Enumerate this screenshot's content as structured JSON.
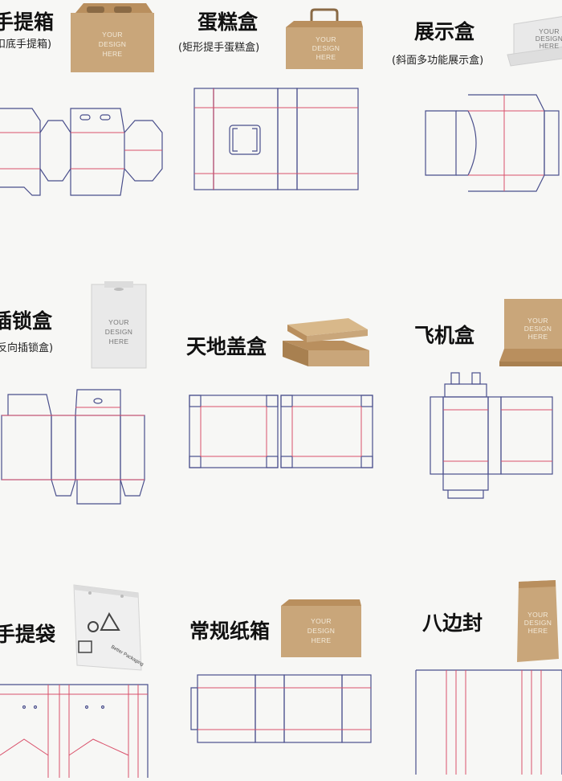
{
  "cells": [
    {
      "id": "handbox",
      "title": "手提箱",
      "title_visible": "手提箱",
      "subtitle": "扣底手提箱)",
      "mockup_text": [
        "YOUR",
        "DESIGN",
        "HERE"
      ]
    },
    {
      "id": "cake",
      "title": "蛋糕盒",
      "subtitle": "(矩形提手蛋糕盒)",
      "mockup_text": [
        "YOUR",
        "DESIGN",
        "HERE"
      ]
    },
    {
      "id": "display",
      "title": "展示盒",
      "subtitle": "(斜面多功能展示盒)",
      "mockup_text": [
        "YOUR",
        "DESIGN",
        "HERE"
      ]
    },
    {
      "id": "tuck",
      "title": "插锁盒",
      "subtitle": "反向插锁盒)",
      "mockup_text": [
        "YOUR",
        "DESIGN",
        "HERE"
      ]
    },
    {
      "id": "lidbase",
      "title": "天地盖盒",
      "subtitle": ""
    },
    {
      "id": "mailer",
      "title": "飞机盒",
      "subtitle": "",
      "mockup_text": [
        "YOUR",
        "DESIGN",
        "HERE"
      ]
    },
    {
      "id": "bag",
      "title": "手提袋",
      "subtitle": "",
      "mockup_text": [
        "Better Packaging"
      ]
    },
    {
      "id": "regular",
      "title": "常规纸箱",
      "subtitle": "",
      "mockup_text": [
        "YOUR",
        "DESIGN",
        "HERE"
      ]
    },
    {
      "id": "pouch",
      "title": "八边封",
      "subtitle": "",
      "mockup_text": [
        "YOUR",
        "DESIGN",
        "HERE"
      ]
    }
  ],
  "colors": {
    "cut_line": "#4a4f8c",
    "fold_line": "#d9506a",
    "kraft": "#c9a67a",
    "white_box": "#e9e9e9"
  }
}
